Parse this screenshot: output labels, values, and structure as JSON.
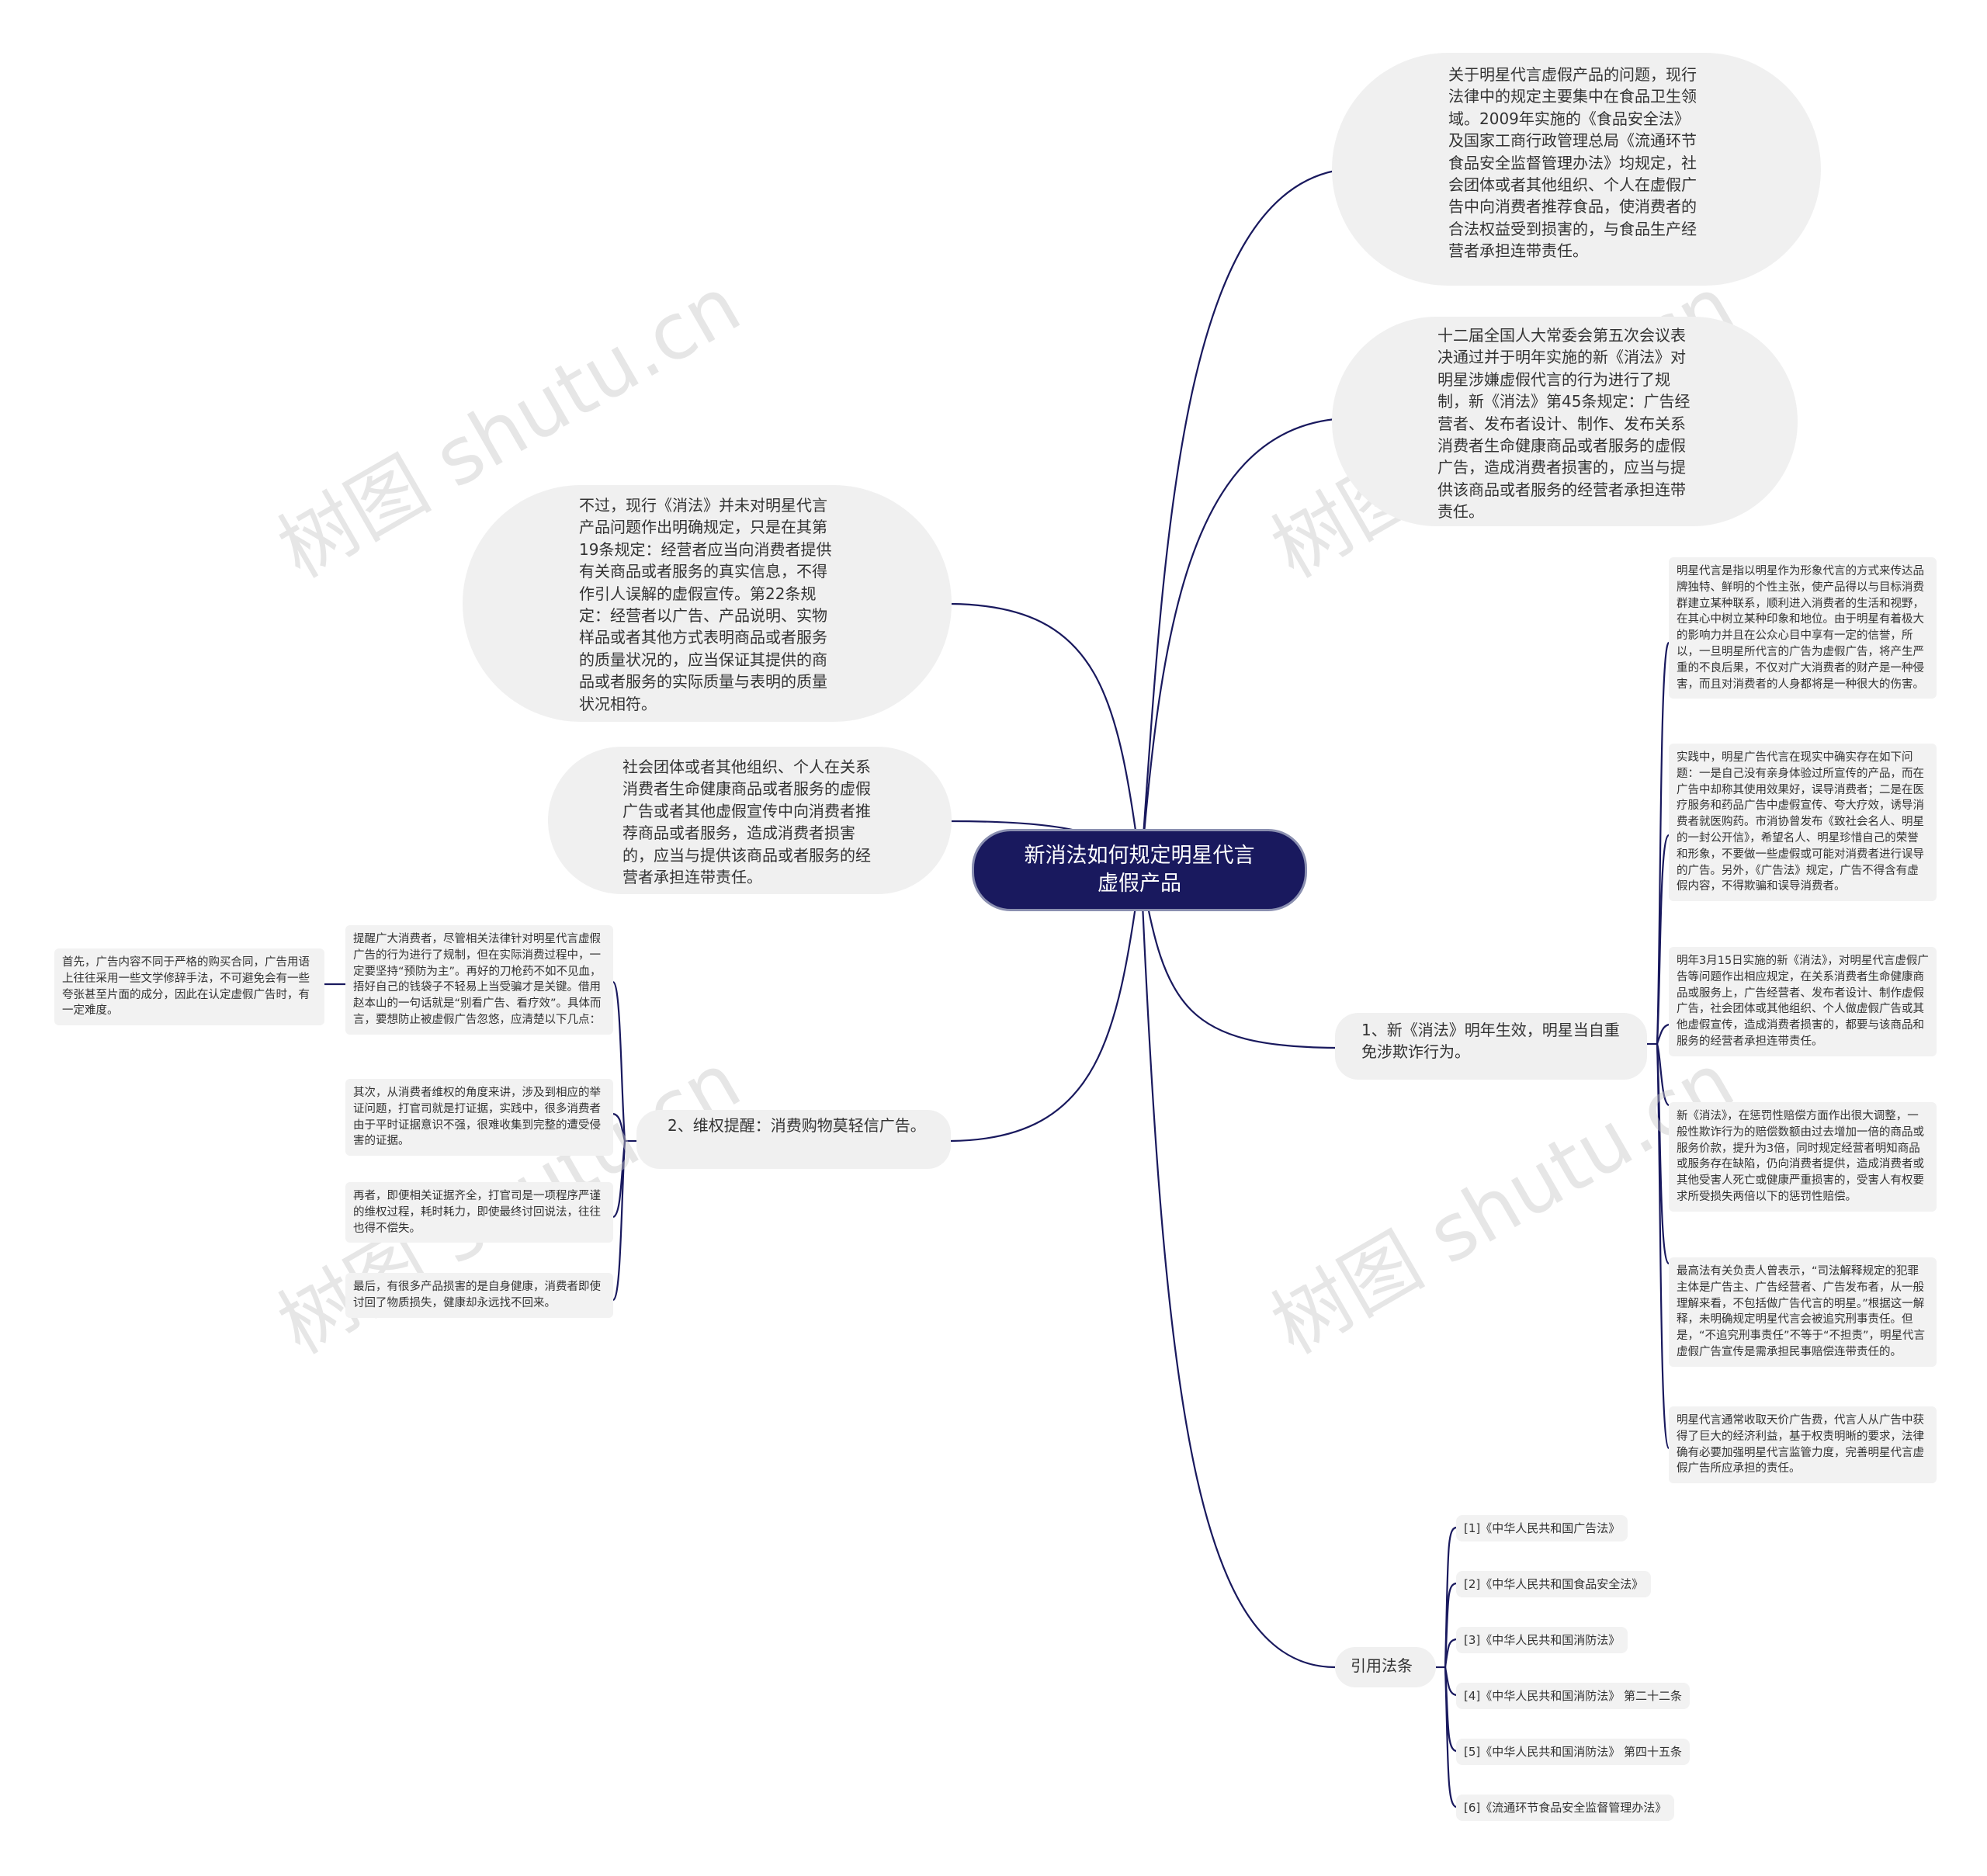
{
  "root": {
    "title": "新消法如何规定明星代言虚假产品"
  },
  "right_top": {
    "node1": "关于明星代言虚假产品的问题，现行法律中的规定主要集中在食品卫生领域。2009年实施的《食品安全法》及国家工商行政管理总局《流通环节食品安全监督管理办法》均规定，社会团体或者其他组织、个人在虚假广告中向消费者推荐食品，使消费者的合法权益受到损害的，与食品生产经营者承担连带责任。",
    "node2": "十二届全国人大常委会第五次会议表决通过并于明年实施的新《消法》对明星涉嫌虚假代言的行为进行了规制，新《消法》第45条规定：广告经营者、发布者设计、制作、发布关系消费者生命健康商品或者服务的虚假广告，造成消费者损害的，应当与提供该商品或者服务的经营者承担连带责任。"
  },
  "left_top": {
    "node1": "不过，现行《消法》并未对明星代言产品问题作出明确规定，只是在其第19条规定：经营者应当向消费者提供有关商品或者服务的真实信息，不得作引人误解的虚假宣传。第22条规定：经营者以广告、产品说明、实物样品或者其他方式表明商品或者服务的质量状况的，应当保证其提供的商品或者服务的实际质量与表明的质量状况相符。",
    "node2": "社会团体或者其他组织、个人在关系消费者生命健康商品或者服务的虚假广告或者其他虚假宣传中向消费者推荐商品或者服务，造成消费者损害的，应当与提供该商品或者服务的经营者承担连带责任。"
  },
  "branch1": {
    "label": "1、新《消法》明年生效，明星当自重免涉欺诈行为。",
    "children": [
      "明星代言是指以明星作为形象代言的方式来传达品牌独特、鲜明的个性主张，使产品得以与目标消费群建立某种联系，顺利进入消费者的生活和视野，在其心中树立某种印象和地位。由于明星有着极大的影响力并且在公众心目中享有一定的信誉，所以，一旦明星所代言的广告为虚假广告，将产生严重的不良后果，不仅对广大消费者的财产是一种侵害，而且对消费者的人身都将是一种很大的伤害。",
      "实践中，明星广告代言在现实中确实存在如下问题：一是自己没有亲身体验过所宣传的产品，而在广告中却称其使用效果好，误导消费者；二是在医疗服务和药品广告中虚假宣传、夸大疗效，诱导消费者就医购药。市消协曾发布《致社会名人、明星的一封公开信》，希望名人、明星珍惜自己的荣誉和形象，不要做一些虚假或可能对消费者进行误导的广告。另外，《广告法》规定，广告不得含有虚假内容，不得欺骗和误导消费者。",
      "明年3月15日实施的新《消法》，对明星代言虚假广告等问题作出相应规定，在关系消费者生命健康商品或服务上，广告经营者、发布者设计、制作虚假广告，社会团体或其他组织、个人做虚假广告或其他虚假宣传，造成消费者损害的，都要与该商品和服务的经营者承担连带责任。",
      "新《消法》，在惩罚性赔偿方面作出很大调整，一般性欺诈行为的赔偿数额由过去增加一倍的商品或服务价款，提升为3倍，同时规定经营者明知商品或服务存在缺陷，仍向消费者提供，造成消费者或其他受害人死亡或健康严重损害的，受害人有权要求所受损失两倍以下的惩罚性赔偿。",
      "最高法有关负责人曾表示，“司法解释规定的犯罪主体是广告主、广告经营者、广告发布者，从一般理解来看，不包括做广告代言的明星。”根据这一解释，未明确规定明星代言会被追究刑事责任。但是，“不追究刑事责任”不等于“不担责”，明星代言虚假广告宣传是需承担民事赔偿连带责任的。",
      "明星代言通常收取天价广告费，代言人从广告中获得了巨大的经济利益，基于权责明晰的要求，法律确有必要加强明星代言监管力度，完善明星代言虚假广告所应承担的责任。"
    ]
  },
  "branch2": {
    "label": "2、维权提醒：消费购物莫轻信广告。",
    "children": [
      "提醒广大消费者，尽管相关法律针对明星代言虚假广告的行为进行了规制，但在实际消费过程中，一定要坚持“预防为主”。再好的刀枪药不如不见血，捂好自己的钱袋子不轻易上当受骗才是关键。借用赵本山的一句话就是“别看广告、看疗效”。具体而言，要想防止被虚假广告忽悠，应清楚以下几点：",
      "其次，从消费者维权的角度来讲，涉及到相应的举证问题，打官司就是打证据，实践中，很多消费者由于平时证据意识不强，很难收集到完整的遭受侵害的证据。",
      "再者，即便相关证据齐全，打官司是一项程序严谨的维权过程，耗时耗力，即使最终讨回说法，往往也得不偿失。",
      "最后，有很多产品损害的是自身健康，消费者即使讨回了物质损失，健康却永远找不回来。"
    ],
    "grandchild": "首先，广告内容不同于严格的购买合同，广告用语上往往采用一些文学修辞手法，不可避免会有一些夸张甚至片面的成分，因此在认定虚假广告时，有一定难度。"
  },
  "branch3": {
    "label": "引用法条",
    "children": [
      "[1]《中华人民共和国广告法》",
      "[2]《中华人民共和国食品安全法》",
      "[3]《中华人民共和国消防法》",
      "[4]《中华人民共和国消防法》 第二十二条",
      "[5]《中华人民共和国消防法》 第四十五条",
      "[6]《流通环节食品安全监督管理办法》"
    ]
  },
  "watermark": {
    "text": "树图 shutu.cn"
  },
  "colors": {
    "root_fill": "#19195e",
    "edge": "#19195e",
    "node_fill": "#f0f0f0"
  }
}
